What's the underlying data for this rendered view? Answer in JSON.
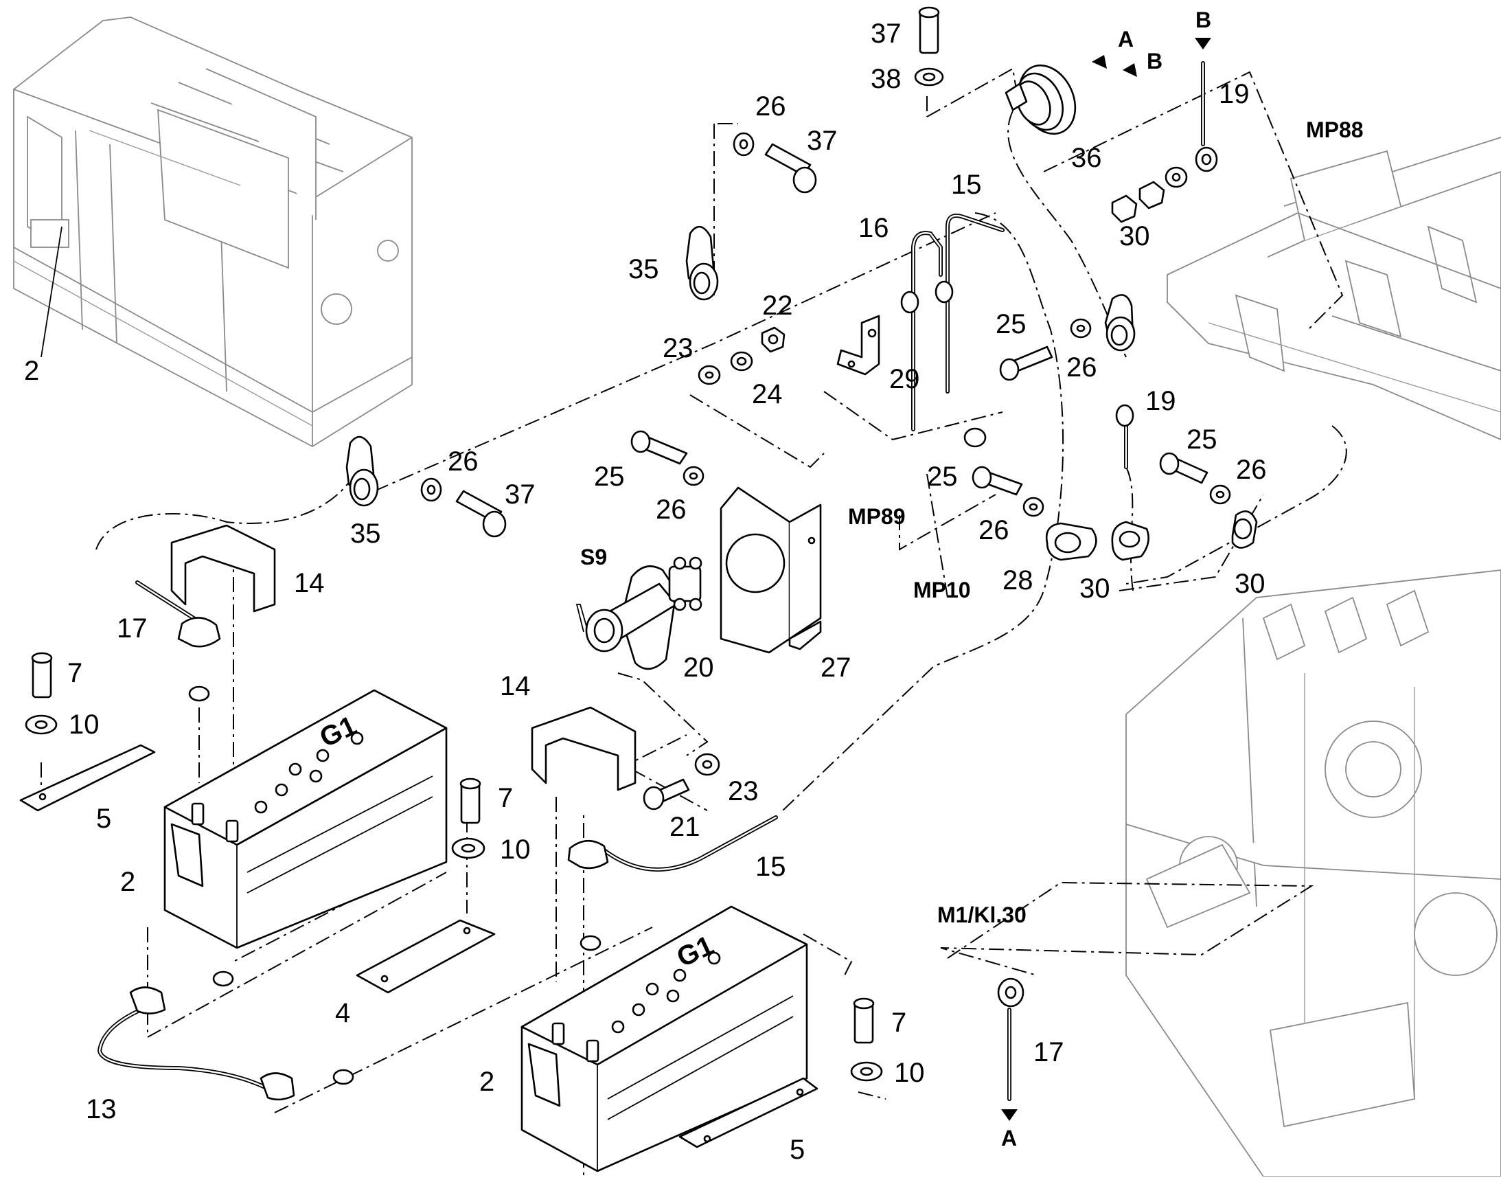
{
  "callouts": {
    "top_37": "37",
    "top_38": "38",
    "arrow_a_top": "A",
    "arrow_b_top": "B",
    "b_top_right": "B",
    "n19_top": "19",
    "mp88": "MP88",
    "n36": "36",
    "n26_top": "26",
    "n37_mid": "37",
    "n15_top": "15",
    "n16": "16",
    "n30_top": "30",
    "n35_top": "35",
    "n22": "22",
    "n23_top": "23",
    "n24": "24",
    "n29": "29",
    "n25_a": "25",
    "n26_b": "26",
    "n19_mid": "19",
    "n25_b": "25",
    "n26_c": "26",
    "n26_left": "26",
    "n37_left": "37",
    "n35_left": "35",
    "n25_c": "25",
    "n26_d": "26",
    "mp89": "MP89",
    "n25_d": "25",
    "n26_e": "26",
    "mp10": "MP10",
    "n28": "28",
    "n30_mid": "30",
    "n30_right": "30",
    "s9": "S9",
    "n20": "20",
    "n27": "27",
    "n14_left": "14",
    "n17_left": "17",
    "n7_left": "7",
    "n10_left": "10",
    "n5_left": "5",
    "n2_left_batt": "2",
    "n2_frame": "2",
    "n7_mid": "7",
    "n10_mid": "10",
    "n14_mid": "14",
    "n21": "21",
    "n23_mid": "23",
    "n15_mid": "15",
    "n4": "4",
    "n13": "13",
    "n2_bottom": "2",
    "n7_bottom": "7",
    "n10_bottom": "10",
    "n5_bottom": "5",
    "m1kl30": "M1/Kl.30",
    "n17_bottom": "17",
    "arrow_a_bottom": "A",
    "battery_mark_1": "G1",
    "battery_mark_2": "G1"
  }
}
